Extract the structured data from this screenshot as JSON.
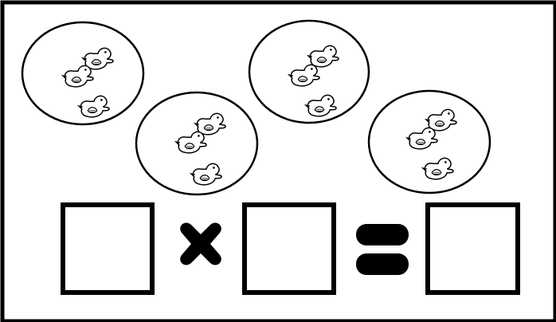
{
  "worksheet": {
    "groups": [
      {
        "duck_count": 3
      },
      {
        "duck_count": 3
      },
      {
        "duck_count": 3
      },
      {
        "duck_count": 3
      }
    ],
    "equation": {
      "operator_1": "multiply-icon",
      "operator_2": "equals-icon",
      "answer_boxes": [
        "",
        "",
        ""
      ]
    },
    "colors": {
      "ink": "#000000",
      "paper": "#ffffff"
    }
  }
}
